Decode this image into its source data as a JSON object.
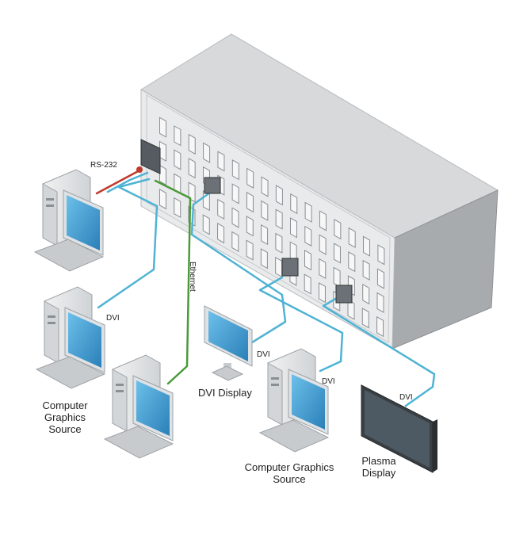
{
  "labels": {
    "rs232": "RS-232",
    "ethernet": "Ethernet",
    "dvi_1": "DVI",
    "dvi_2": "DVI",
    "dvi_3": "DVI",
    "dvi_4": "DVI",
    "dvi_display": "DVI Display",
    "source_left_l1": "Computer",
    "source_left_l2": "Graphics",
    "source_left_l3": "Source",
    "source_bottom_l1": "Computer Graphics",
    "source_bottom_l2": "Source",
    "plasma_l1": "Plasma",
    "plasma_l2": "Display"
  },
  "colors": {
    "dvi_cable": "#4fb3d4",
    "ethernet_cable": "#4a9a3a",
    "rs232_cable": "#c0392b",
    "device_body": "#e4e6e8",
    "screen": "#3a93c9"
  }
}
